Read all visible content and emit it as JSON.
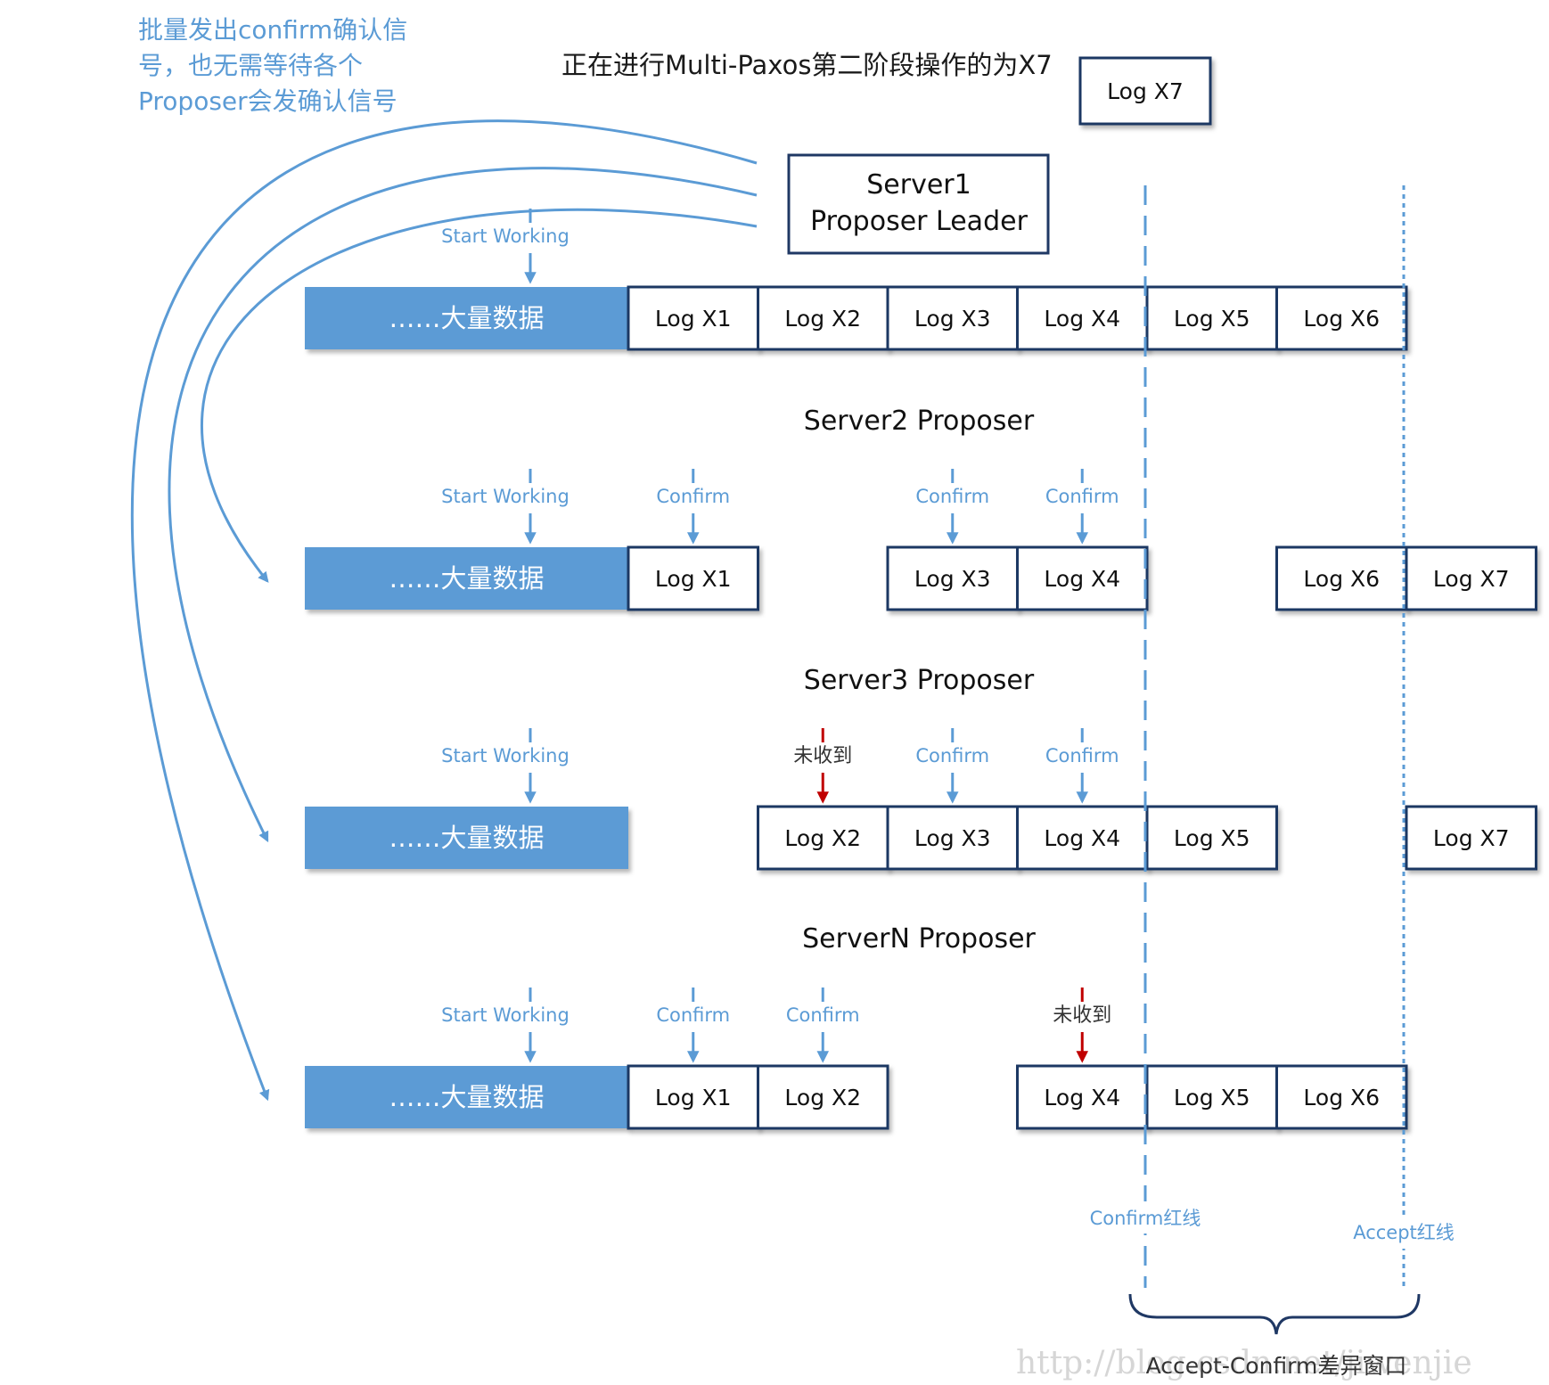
{
  "annotation": {
    "lines": [
      "批量发出confirm确认信",
      "号，也无需等待各个",
      "Proposer会发确认信号"
    ]
  },
  "header": {
    "title": "正在进行Multi-Paxos第二阶段操作的为X7",
    "current_log": "Log X7"
  },
  "leader": {
    "lines": [
      "Server1",
      "Proposer Leader"
    ]
  },
  "data_block_label": "……大量数据",
  "start_label": "Start Working",
  "confirm_label": "Confirm",
  "missing_label": "未收到",
  "rows": [
    {
      "title": "",
      "logs": [
        "Log X1",
        "Log X2",
        "Log X3",
        "Log X4",
        "Log X5",
        "Log X6"
      ],
      "slots": [
        1,
        2,
        3,
        4,
        5,
        6
      ],
      "markers": [
        {
          "type": "start",
          "slot": 0
        }
      ]
    },
    {
      "title": "Server2 Proposer",
      "logs": [
        "Log X1",
        "Log X3",
        "Log X4",
        "Log X6",
        "Log X7"
      ],
      "slots": [
        1,
        3,
        4,
        6,
        7
      ],
      "markers": [
        {
          "type": "start",
          "slot": 0
        },
        {
          "type": "confirm",
          "slot": 1
        },
        {
          "type": "confirm",
          "slot": 3
        },
        {
          "type": "confirm",
          "slot": 4
        }
      ]
    },
    {
      "title": "Server3 Proposer",
      "logs": [
        "Log X2",
        "Log X3",
        "Log X4",
        "Log X5",
        "Log X7"
      ],
      "slots": [
        2,
        3,
        4,
        5,
        7
      ],
      "markers": [
        {
          "type": "start",
          "slot": 0
        },
        {
          "type": "missing",
          "slot": 2
        },
        {
          "type": "confirm",
          "slot": 3
        },
        {
          "type": "confirm",
          "slot": 4
        }
      ]
    },
    {
      "title": "ServerN Proposer",
      "logs": [
        "Log X1",
        "Log X2",
        "Log X4",
        "Log X5",
        "Log X6"
      ],
      "slots": [
        1,
        2,
        4,
        5,
        6
      ],
      "markers": [
        {
          "type": "start",
          "slot": 0
        },
        {
          "type": "confirm",
          "slot": 1
        },
        {
          "type": "confirm",
          "slot": 2
        },
        {
          "type": "missing",
          "slot": 4
        }
      ]
    }
  ],
  "confirm_line_label": "Confirm红线",
  "accept_line_label": "Accept红线",
  "window_label": "Accept-Confirm差异窗口",
  "watermark": "http://blog.csdn.net/jiwenjie",
  "colors": {
    "data_fill": "#5b9bd5",
    "log_border": "#1f3864",
    "annotation": "#5b9bd5",
    "missing_arrow": "#c00000"
  }
}
